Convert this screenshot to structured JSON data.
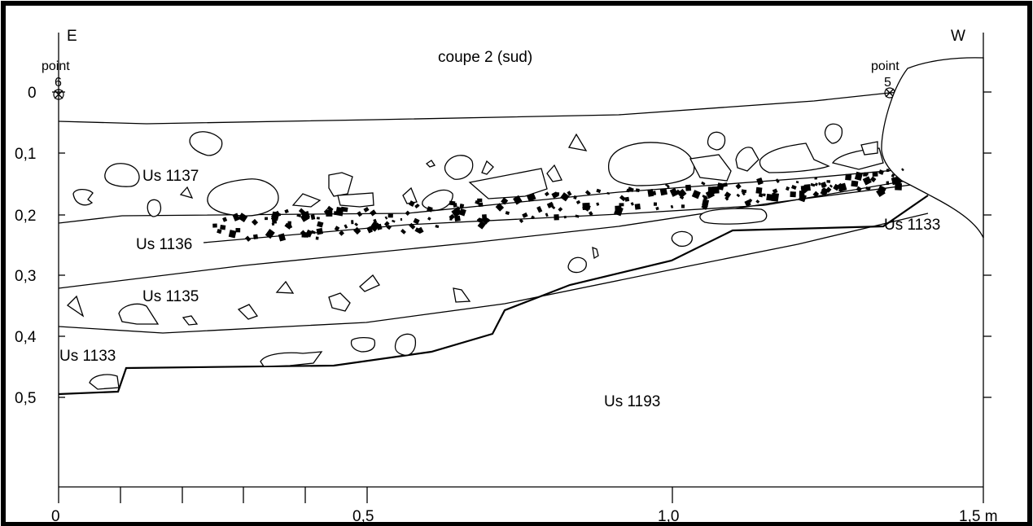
{
  "title": "coupe 2 (sud)",
  "orientation": {
    "left": "E",
    "right": "W"
  },
  "points": [
    {
      "label": "point",
      "number": "6"
    },
    {
      "label": "point",
      "number": "5"
    }
  ],
  "depth_ticks": [
    "0",
    "0,1",
    "0,2",
    "0,3",
    "0,4",
    "0,5"
  ],
  "distance_ticks": [
    "0",
    "0,5",
    "1,0",
    "1,5 m"
  ],
  "layers": {
    "us1137": "Us 1137",
    "us1136": "Us 1136",
    "us1135": "Us 1135",
    "us1133_left": "Us 1133",
    "us1133_right": "Us 1133",
    "us1193": "Us 1193"
  }
}
